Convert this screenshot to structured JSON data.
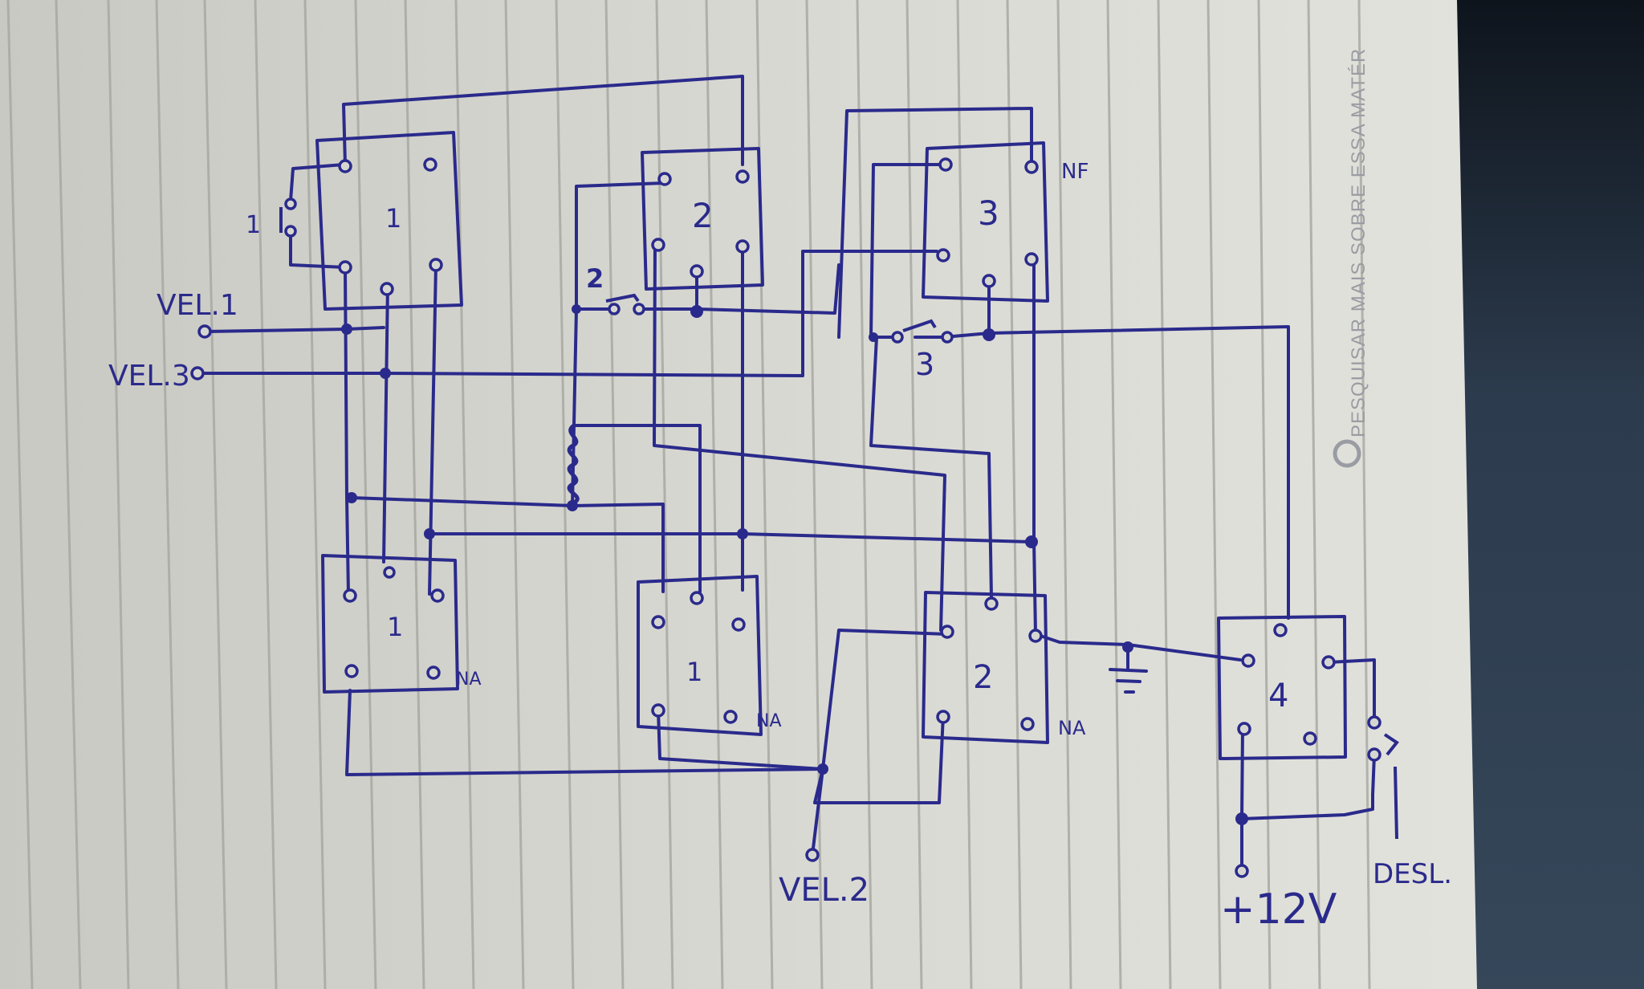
{
  "labels": {
    "vel1": "VEL.1",
    "vel3": "VEL.3",
    "vel2": "VEL.2",
    "plus12v": "+12V",
    "desl": "DESL.",
    "nf": "NF",
    "na1": "NA",
    "na2": "NA",
    "na3": "NA",
    "button1": "1",
    "button2": "2",
    "button3": "3"
  },
  "relays": {
    "top1": "1",
    "top2": "2",
    "top3": "3",
    "bottom1": "1",
    "bottom_mid1": "1",
    "bottom2": "2",
    "relay4": "4"
  },
  "watermark": {
    "text": "PESQUISAR MAIS SOBRE ESSA MATÉR"
  },
  "colors": {
    "ink": "#2a2a8c",
    "paper": "#d6d6d0",
    "background": "#1f2a36"
  }
}
